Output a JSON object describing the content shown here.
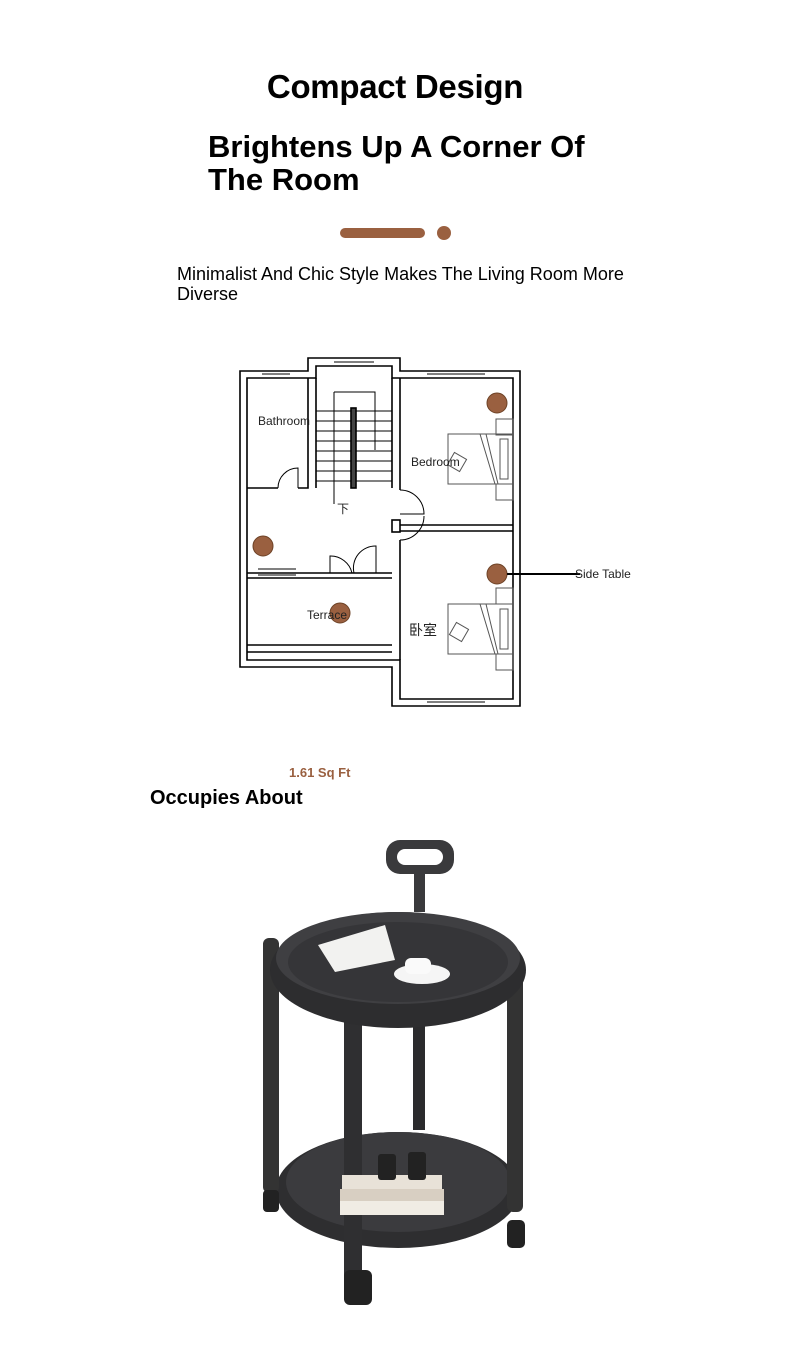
{
  "heading": "Compact Design",
  "subheading": "Brightens Up A Corner Of The Room",
  "description": "Minimalist And Chic Style Makes The Living Room More Diverse",
  "floor_plan": {
    "labels": {
      "bathroom": "Bathroom",
      "bedroom": "Bedroom",
      "terrace": "Terrace",
      "bedroom_cn": "卧室",
      "stairs_down": "下",
      "side_table": "Side Table"
    }
  },
  "area": {
    "value": "1.61 Sq Ft",
    "label": "Occupies About"
  },
  "colors": {
    "accent": "#9a6040"
  }
}
